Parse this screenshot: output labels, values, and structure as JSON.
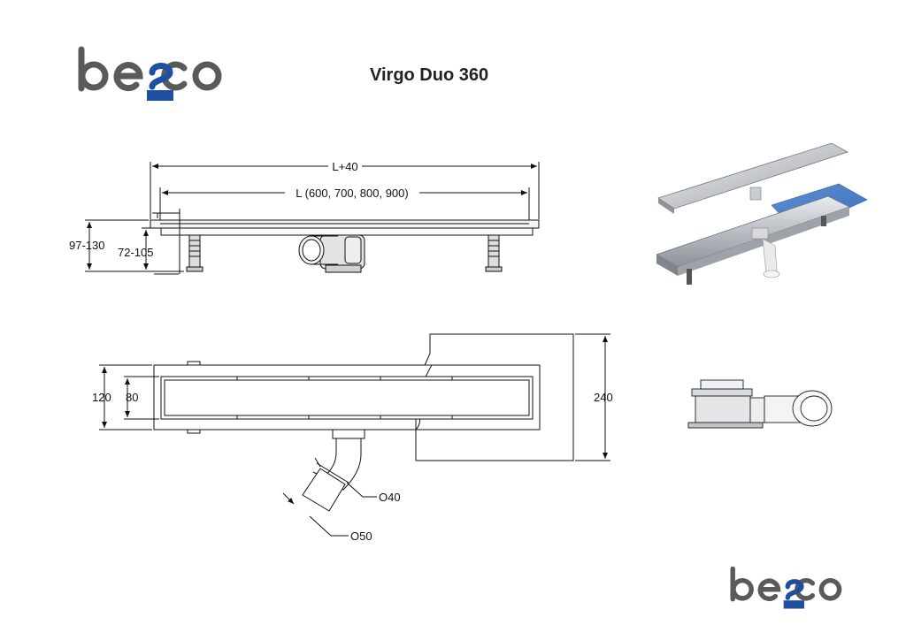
{
  "header": {
    "title": "Virgo Duo 360"
  },
  "logo": {
    "alt": "besco",
    "grey": "#5a5a5a",
    "blue": "#1f4fa0"
  },
  "side_view": {
    "overall_length": "L+40",
    "length_options": "L (600, 700, 800, 900)",
    "height_total": "97-130",
    "height_feet": "72-105"
  },
  "top_view": {
    "outer_width": "120",
    "inner_width": "80",
    "panel_depth": "240",
    "outlet_diameter_inner": "O40",
    "outlet_diameter_outer": "O50"
  }
}
